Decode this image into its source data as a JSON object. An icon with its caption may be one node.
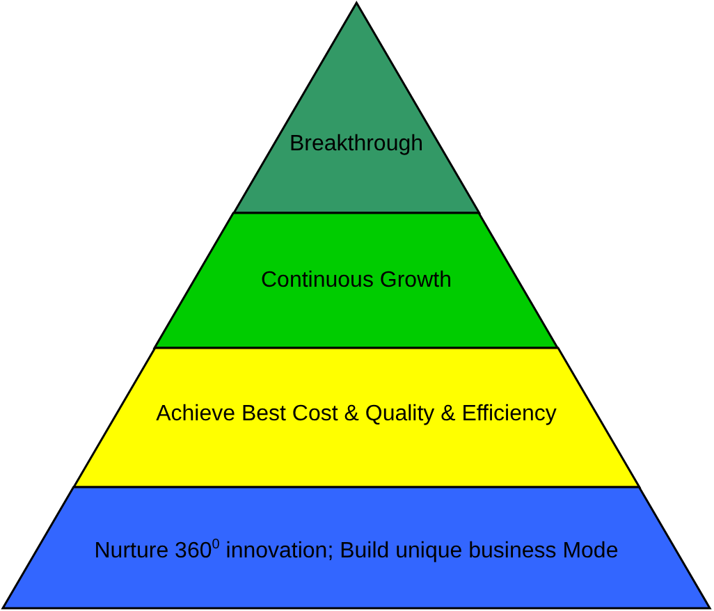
{
  "diagram": {
    "nodes": [
      {
        "text": [
          "Breakthrough"
        ]
      },
      {
        "text": [
          "Continuous Growth"
        ]
      },
      {
        "text": [
          "Achieve Best Cost & Quality & Efficiency"
        ]
      },
      {
        "text": [
          "Nurture 360$^{0}$ innovation; Build unique business Mode"
        ]
      }
    ]
  }
}
